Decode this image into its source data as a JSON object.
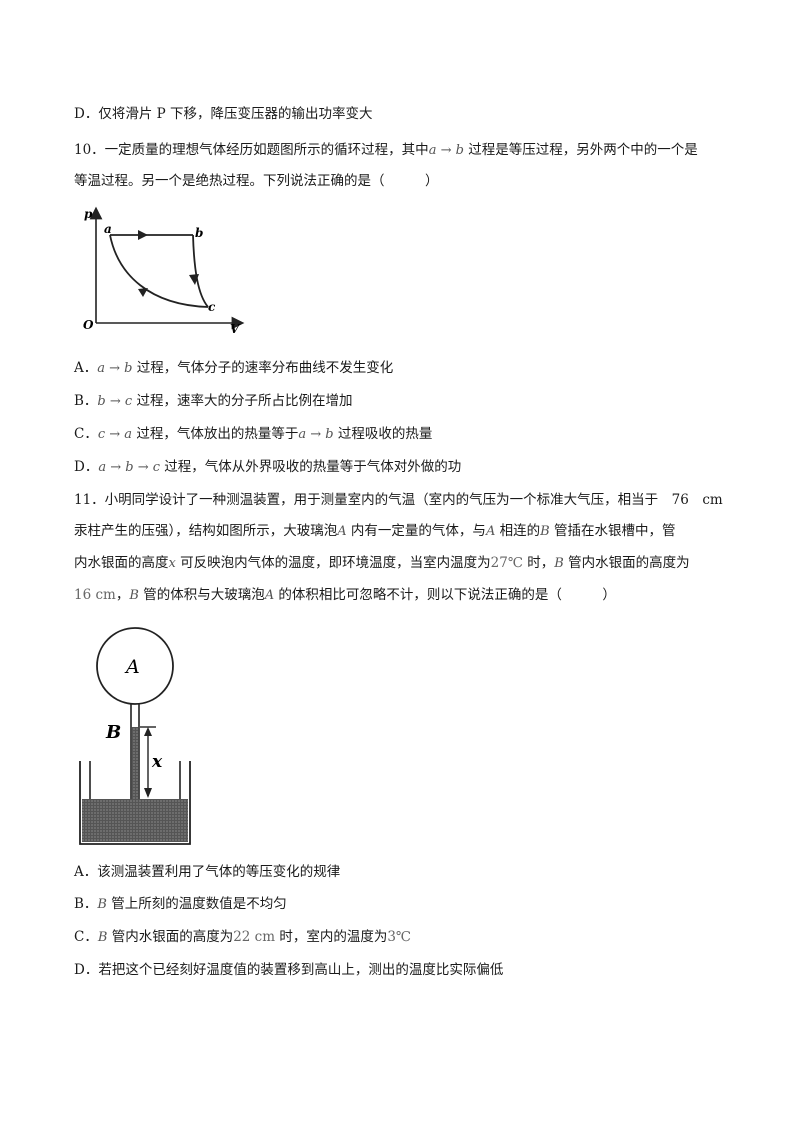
{
  "q9": {
    "optD": "D．仅将滑片 P 下移，降压变压器的输出功率变大"
  },
  "q10": {
    "line1_a": "10．一定质量的理想气体经历如题图所示的循环过程，其中",
    "sym_ab": "a → b",
    "line1_b": " 过程是等压过程，另外两个中的一个是",
    "line2": "等温过程。另一个是绝热过程。下列说法正确的是（　　　）",
    "figure": {
      "axis_p": "p",
      "axis_v": "V",
      "origin": "O",
      "pt_a": "a",
      "pt_b": "b",
      "pt_c": "c"
    },
    "optA_pre": "A．",
    "optA_sym": "a → b",
    "optA_txt": " 过程，气体分子的速率分布曲线不发生变化",
    "optB_pre": "B．",
    "optB_sym": "b → c",
    "optB_txt": " 过程，速率大的分子所占比例在增加",
    "optC_pre": "C．",
    "optC_sym1": "c → a",
    "optC_mid": " 过程，气体放出的热量等于",
    "optC_sym2": "a → b",
    "optC_txt": " 过程吸收的热量",
    "optD_pre": "D．",
    "optD_sym": "a → b → c",
    "optD_txt": " 过程，气体从外界吸收的热量等于气体对外做的功"
  },
  "q11": {
    "line1": "11．小明同学设计了一种测温装置，用于测量室内的气温（室内的气压为一个标准大气压，相当于　76　cm",
    "line2_a": "汞柱产生的压强），结构如图所示，大玻璃泡",
    "A": "A",
    "line2_b": " 内有一定量的气体，与",
    "line2_c": " 相连的",
    "B": "B",
    "line2_d": " 管插在水银槽中，管",
    "line3_a": "内水银面的高度",
    "x": "x",
    "line3_b": " 可反映泡内气体的温度，即环境温度，当室内温度为",
    "t27": "27℃",
    "line3_c": " 时，",
    "line3_d": " 管内水银面的高度为",
    "h16": "16 cm",
    "line4_a": "，",
    "line4_b": " 管的体积与大玻璃泡",
    "line4_c": " 的体积相比可忽略不计，则以下说法正确的是（　　　）",
    "figure": {
      "label_A": "A",
      "label_B": "B",
      "label_x": "x"
    },
    "optA": "A．该测温装置利用了气体的等压变化的规律",
    "optB_pre": "B．",
    "optB_txt": " 管上所刻的温度数值是不均匀",
    "optC_pre": "C．",
    "optC_mid": " 管内水银面的高度为",
    "h22": "22 cm",
    "optC_mid2": " 时，室内的温度为",
    "t3": "3℃",
    "optD": "D．若把这个已经刻好温度值的装置移到高山上，测出的温度比实际偏低"
  }
}
